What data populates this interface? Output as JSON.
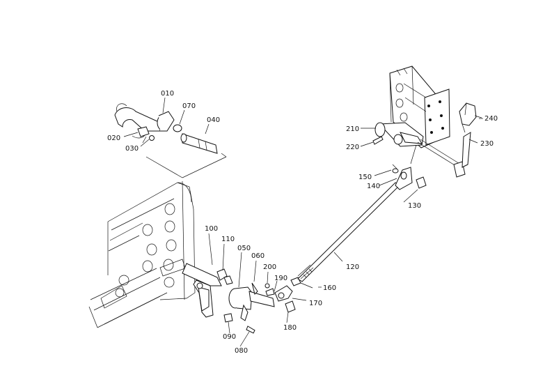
{
  "callouts": [
    {
      "id": "010",
      "text": "010"
    },
    {
      "id": "020",
      "text": "020"
    },
    {
      "id": "030",
      "text": "030"
    },
    {
      "id": "040",
      "text": "040"
    },
    {
      "id": "050",
      "text": "050"
    },
    {
      "id": "060",
      "text": "060"
    },
    {
      "id": "070",
      "text": "070"
    },
    {
      "id": "080",
      "text": "080"
    },
    {
      "id": "090",
      "text": "090"
    },
    {
      "id": "100",
      "text": "100"
    },
    {
      "id": "110",
      "text": "110"
    },
    {
      "id": "120",
      "text": "120"
    },
    {
      "id": "130",
      "text": "130"
    },
    {
      "id": "140",
      "text": "140"
    },
    {
      "id": "150",
      "text": "150"
    },
    {
      "id": "160",
      "text": "160"
    },
    {
      "id": "170",
      "text": "170"
    },
    {
      "id": "180",
      "text": "180"
    },
    {
      "id": "190",
      "text": "190"
    },
    {
      "id": "200",
      "text": "200"
    },
    {
      "id": "210",
      "text": "210"
    },
    {
      "id": "220",
      "text": "220"
    },
    {
      "id": "230",
      "text": "230"
    },
    {
      "id": "240",
      "text": "240"
    }
  ]
}
